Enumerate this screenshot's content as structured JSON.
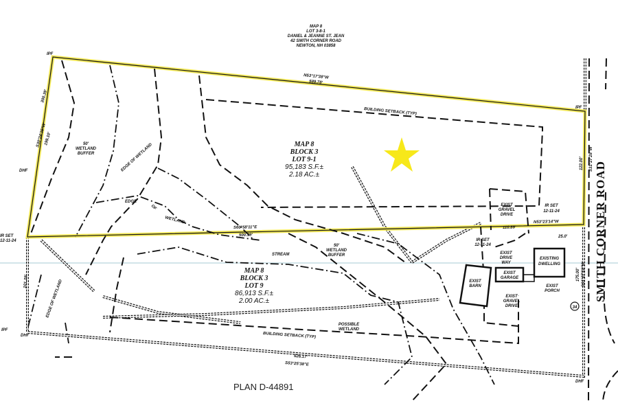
{
  "colors": {
    "boundary_highlight": "#f2e85a",
    "star": "#f7e81a",
    "reference_line": "#b8d4dc",
    "ink": "#111111"
  },
  "icons": {
    "subject_marker": "star-icon"
  },
  "abutter": {
    "map": "MAP 8",
    "lot": "LOT 3-8-1",
    "owner": "DANIEL & JEANNE ST. JEAN",
    "address": "42 SMITH CORNER ROAD",
    "town": "NEWTON, NH 03858"
  },
  "lot_9_1": {
    "map": "MAP 8",
    "block": "BLOCK 3",
    "lot": "LOT 9-1",
    "area_sf": "95,183 S.F.±",
    "area_ac": "2.18 AC.±"
  },
  "lot_9": {
    "map": "MAP 8",
    "block": "BLOCK 3",
    "lot": "LOT 9",
    "area_sf": "86,913 S.F.±",
    "area_ac": "2.00 AC.±"
  },
  "bearings": {
    "north_bearing": "N53°17'38\"W",
    "north_dist": "589.78'",
    "division_bearing": "S60°58'11\"E",
    "division_dist": "500.39'",
    "division_east_bearing": "N53°23'14\"W",
    "division_east_dist": "110.89'",
    "east_bearing": "S31°27'28\"W",
    "east_dist": "122.00'",
    "west_bearing": "S30°24'35\"W",
    "west_total": "300.39'",
    "west_dist": "199.10'",
    "west_lower_dist": "101.29'",
    "south_bearing": "S53°25'38\"E",
    "south_dist": "626.17'",
    "east_lower_bearing": "S31°27'28\"W",
    "east_lower_dist": "175.00'",
    "offset": "25.0'"
  },
  "labels": {
    "setback_top": "BUILDING SETBACK (TYP)",
    "setback_bottom": "BUILDING SETBACK (TYP)",
    "wetland_buffer_1": [
      "50'",
      "WETLAND",
      "BUFFER"
    ],
    "wetland_buffer_2": [
      "50'",
      "WETLAND",
      "BUFFER"
    ],
    "edge_wetland_1": "EDGE OF WETLAND",
    "edge_wetland_2a": "EDGE",
    "edge_wetland_2b": "OF",
    "edge_wetland_2c": "WETLAND",
    "edge_wetland_3": "EDGE OF WETLAND",
    "stream": "STREAM",
    "possible_wetland": [
      "POSSIBLE",
      "WETLAND"
    ],
    "gravel_drive_top": [
      "EXIST",
      "GRAVEL",
      "DRIVE"
    ],
    "drive_way": [
      "EXIST",
      "DRIVE",
      "WAY"
    ],
    "garage": [
      "EXIST",
      "GARAGE"
    ],
    "dwelling": [
      "EXISTING",
      "DWELLING"
    ],
    "barn": [
      "EXIST",
      "BARN"
    ],
    "porch": [
      "EXIST",
      "PORCH"
    ],
    "gravel_drive_bottom": [
      "EXIST",
      "GRAVEL",
      "DRIVE"
    ],
    "ir_set_east": [
      "IR SET",
      "12-11-24"
    ],
    "ir_set_mid": [
      "IR SET",
      "12-11-24"
    ],
    "ir_set_west": [
      "IR SET",
      "12-11-24"
    ],
    "ipf_nw": "IPF",
    "ipf_ne": "IPF",
    "ipf_sw": "IPF",
    "dhf_w": "DHF",
    "dhf_sw": "DHF",
    "dhf_se": "DHF",
    "house_number": "34",
    "road": "SMITH CORNER ROAD",
    "plan": "PLAN D-44891"
  }
}
